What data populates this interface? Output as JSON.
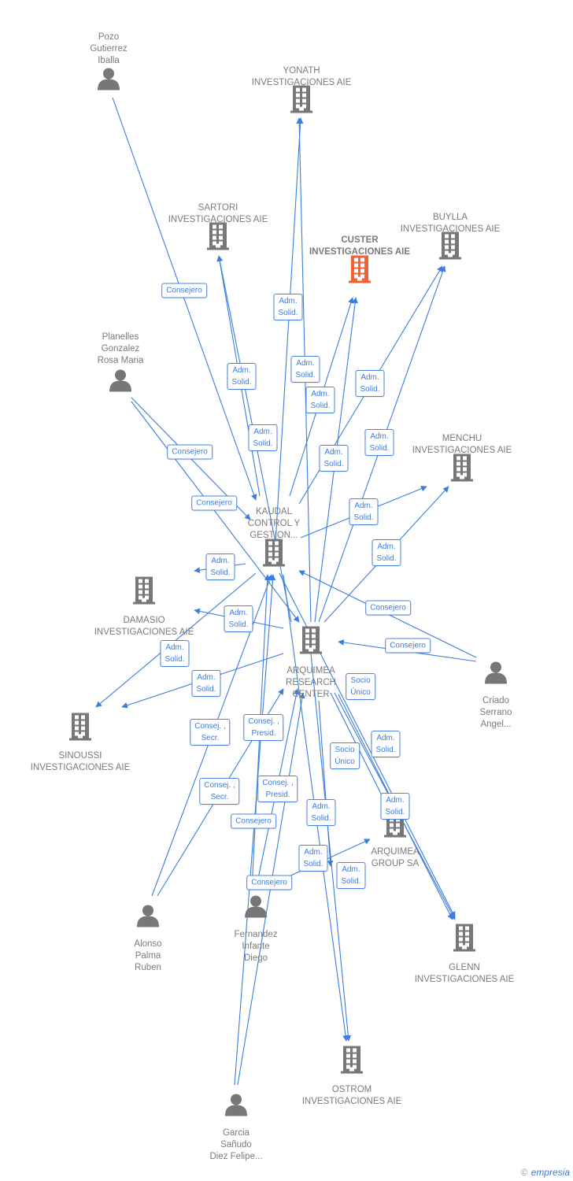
{
  "colors": {
    "edge": "#3b7ddd",
    "node_icon": "#777777",
    "highlight_icon": "#f26234",
    "label": "#7a7a7a"
  },
  "nodes": [
    {
      "id": "pozo",
      "type": "person",
      "label": "Pozo\nGutierrez\nIballa"
    },
    {
      "id": "yonath",
      "type": "company",
      "label": "YONATH\nINVESTIGACIONES AIE"
    },
    {
      "id": "sartori",
      "type": "company",
      "label": "SARTORI\nINVESTIGACIONES AIE"
    },
    {
      "id": "custer",
      "type": "company",
      "label": "CUSTER\nINVESTIGACIONES AIE",
      "highlight": true
    },
    {
      "id": "buylla",
      "type": "company",
      "label": "BUYLLA\nINVESTIGACIONES AIE"
    },
    {
      "id": "planelles",
      "type": "person",
      "label": "Planelles\nGonzalez\nRosa Maria"
    },
    {
      "id": "menchu",
      "type": "company",
      "label": "MENCHU\nINVESTIGACIONES AIE"
    },
    {
      "id": "kaudal",
      "type": "company",
      "label": "KAUDAL\nCONTROL Y\nGESTION..."
    },
    {
      "id": "damasio",
      "type": "company",
      "label": "DAMASIO\nINVESTIGACIONES AIE"
    },
    {
      "id": "arc",
      "type": "company",
      "label": "ARQUIMEA\nRESEARCH\nCENTER"
    },
    {
      "id": "criado",
      "type": "person",
      "label": "Criado\nSerrano\nAngel..."
    },
    {
      "id": "sinoussi",
      "type": "company",
      "label": "SINOUSSI\nINVESTIGACIONES AIE"
    },
    {
      "id": "group",
      "type": "company",
      "label": "ARQUIMEA\nGROUP SA"
    },
    {
      "id": "alonso",
      "type": "person",
      "label": "Alonso\nPalma\nRuben"
    },
    {
      "id": "fernandez",
      "type": "person",
      "label": "Fernandez\nInfante\nDiego"
    },
    {
      "id": "glenn",
      "type": "company",
      "label": "GLENN\nINVESTIGACIONES AIE"
    },
    {
      "id": "ostrom",
      "type": "company",
      "label": "OSTROM\nINVESTIGACIONES AIE"
    },
    {
      "id": "garcia",
      "type": "person",
      "label": "Garcia\nSañudo\nDiez Felipe..."
    }
  ],
  "edge_labels": [
    "Consejero",
    "Adm.\nSolid.",
    "Adm.\nSolid.",
    "Adm.\nSolid.",
    "Adm.\nSolid.",
    "Adm.\nSolid.",
    "Adm.\nSolid.",
    "Adm.\nSolid.",
    "Consejero",
    "Adm.\nSolid.",
    "Consejero",
    "Adm.\nSolid.",
    "Adm.\nSolid.",
    "Adm.\nSolid.",
    "Consejero",
    "Adm.\nSolid.",
    "Adm.\nSolid.",
    "Consejero",
    "Adm.\nSolid.",
    "Socio\nÚnico",
    "Consej. ,\nSecr.",
    "Consej. ,\nPresid.",
    "Socio\nÚnico",
    "Adm.\nSolid.",
    "Consej. ,\nSecr.",
    "Consej. ,\nPresid.",
    "Adm.\nSolid.",
    "Consejero",
    "Adm.\nSolid.",
    "Adm.\nSolid.",
    "Adm.\nSolid.",
    "Consejero"
  ],
  "footer": {
    "copyright": "©",
    "brand": "empresia"
  }
}
